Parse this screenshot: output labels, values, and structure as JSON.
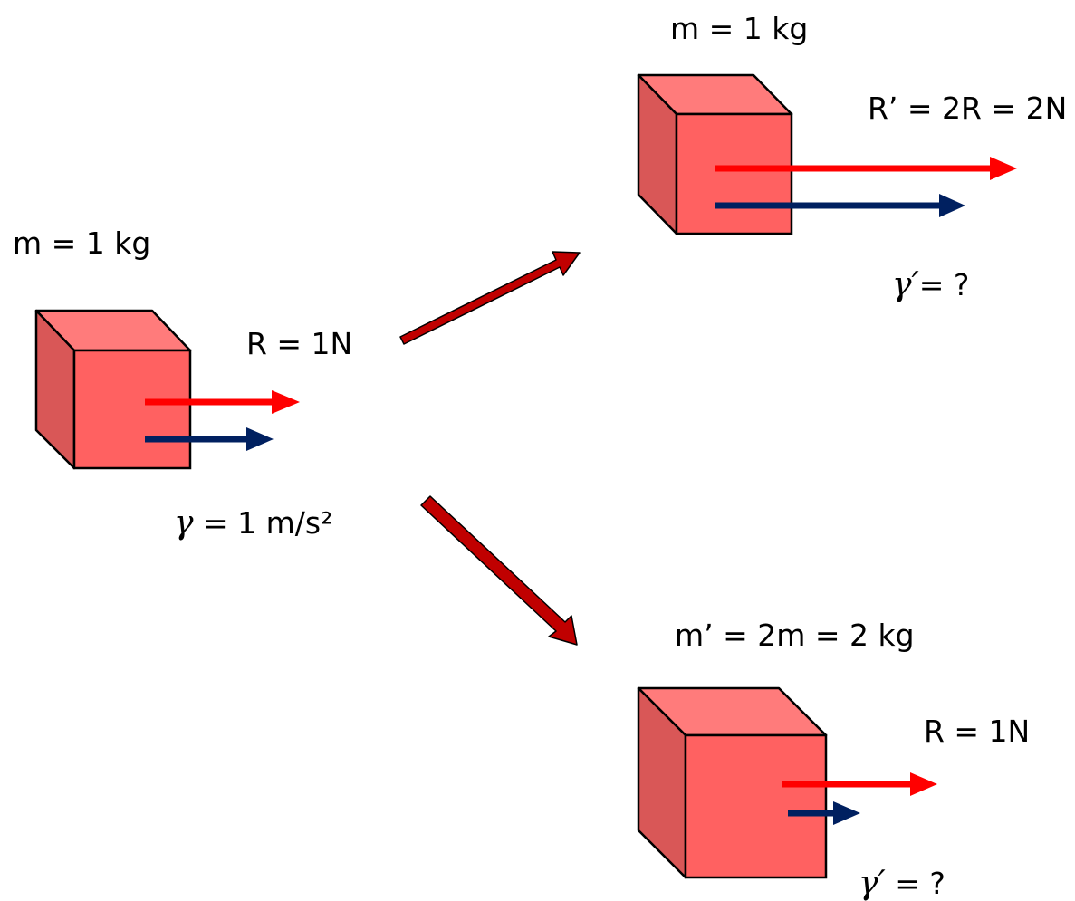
{
  "colors": {
    "force_arrow": "#ff0000",
    "acceleration_arrow": "#002060",
    "transition_arrow": "#c00000",
    "cube_front": "#ff6161",
    "cube_top": "#ff7b7b",
    "cube_side": "#d95757"
  },
  "scenarios": {
    "initial": {
      "mass_label": "m = 1 kg",
      "force_label": "R = 1N",
      "gamma_symbol": "γ",
      "gamma_text": " = 1 m/s²"
    },
    "double_force": {
      "mass_label": "m = 1 kg",
      "force_label": "R’ = 2R = 2N",
      "gamma_symbol": "γ′",
      "gamma_text": "= ?"
    },
    "double_mass": {
      "mass_label": "m’ = 2m = 2 kg",
      "force_label": "R = 1N",
      "gamma_symbol": "γ′",
      "gamma_text": " = ?"
    }
  }
}
